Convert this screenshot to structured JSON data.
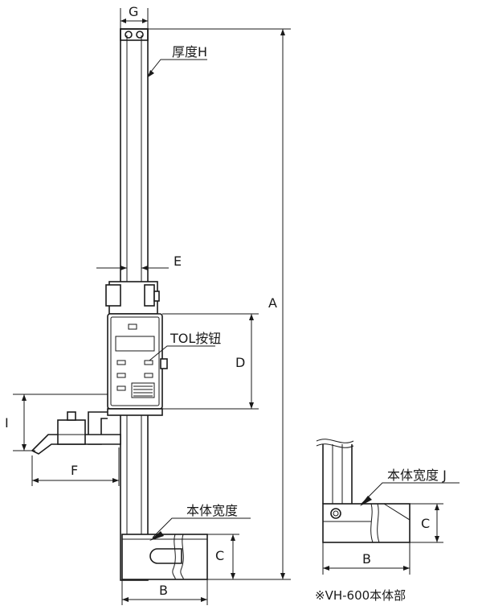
{
  "diagram": {
    "labels": {
      "G": "G",
      "thickness_h": "厚度H",
      "E": "E",
      "A": "A",
      "tol_button": "TOL按钮",
      "D": "D",
      "I": "I",
      "F": "F",
      "body_width": "本体宽度",
      "C": "C",
      "B": "B",
      "body_width_j": "本体宽度 J",
      "detail_C": "C",
      "detail_B": "B",
      "detail_note": "※VH-600本体部"
    }
  }
}
